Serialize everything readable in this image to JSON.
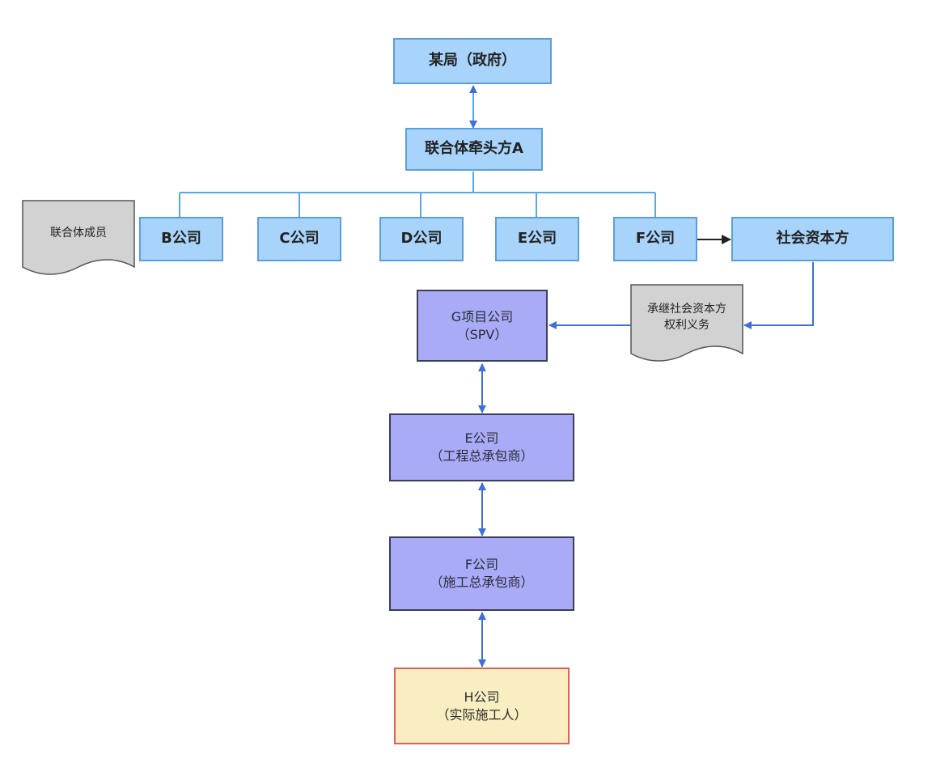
{
  "nodes": {
    "gov": {
      "lines": [
        "某局（政府）"
      ]
    },
    "lead_a": {
      "lines": [
        "联合体牵头方A"
      ]
    },
    "b": {
      "lines": [
        "B公司"
      ]
    },
    "c": {
      "lines": [
        "C公司"
      ]
    },
    "d": {
      "lines": [
        "D公司"
      ]
    },
    "e_member": {
      "lines": [
        "E公司"
      ]
    },
    "f_member": {
      "lines": [
        "F公司"
      ]
    },
    "social": {
      "lines": [
        "社会资本方"
      ]
    },
    "spv": {
      "lines": [
        "G项目公司",
        "（SPV）"
      ]
    },
    "e_epc": {
      "lines": [
        "E公司",
        "（工程总承包商）"
      ]
    },
    "f_gc": {
      "lines": [
        "F公司",
        "（施工总承包商）"
      ]
    },
    "h": {
      "lines": [
        "H公司",
        "（实际施工人）"
      ]
    }
  },
  "docs": {
    "members": {
      "lines": [
        "联合体成员"
      ]
    },
    "rights": {
      "lines": [
        "承继社会资本方",
        "权利义务"
      ]
    }
  },
  "colors": {
    "bus_line": "#5aa7e6",
    "arrow_blue": "#3f6fd8",
    "arrow_dark": "#222222",
    "doc_fill": "#d2d2d2",
    "doc_stroke": "#555555"
  }
}
